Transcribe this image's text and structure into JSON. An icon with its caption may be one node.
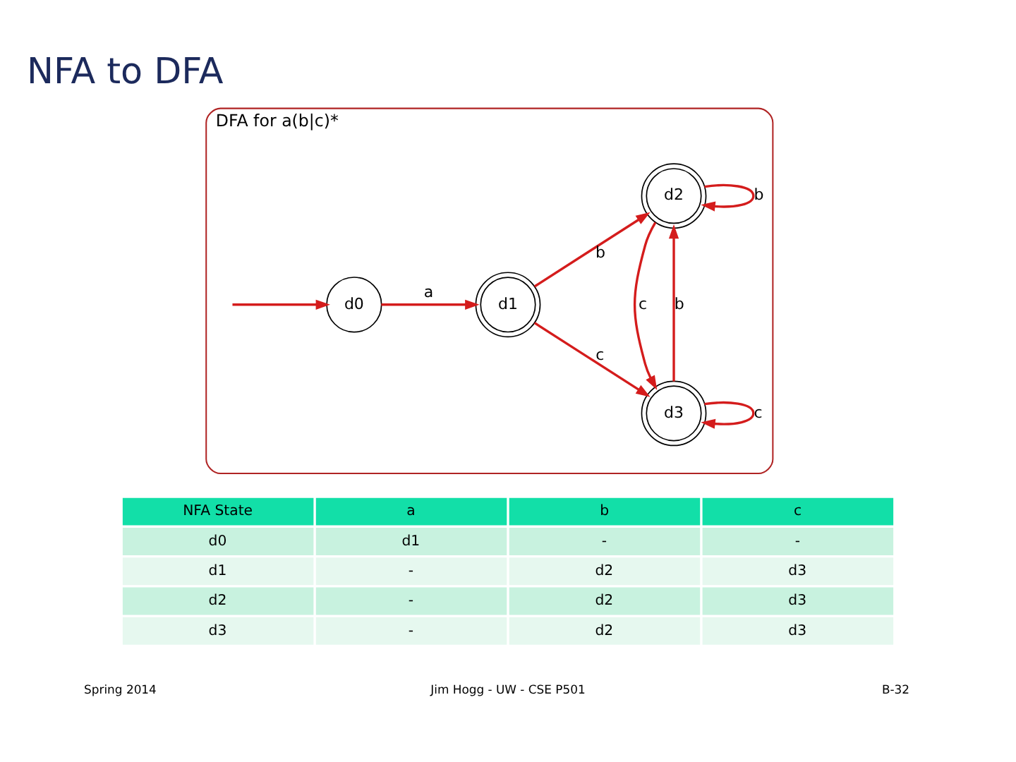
{
  "diagram": {
    "title": "NFA to DFA",
    "nodes": [
      {
        "text": [
          "DFA for a(b|c)*"
        ]
      },
      {
        "text": [
          "d0"
        ],
        "in": 0
      },
      {
        "text": [
          "d1"
        ],
        "in": 0
      },
      {
        "text": [
          "d2"
        ],
        "in": 0
      },
      {
        "text": [
          "d3"
        ],
        "in": 0
      }
    ],
    "edges": [
      {
        "from": null,
        "to": 1,
        "arrow": "to"
      },
      {
        "from": 1,
        "to": 2,
        "label": "a",
        "arrow": "to"
      },
      {
        "from": 2,
        "to": 3,
        "label": "b",
        "arrow": "to"
      },
      {
        "from": 2,
        "to": 4,
        "label": "c",
        "arrow": "to"
      },
      {
        "from": 3,
        "to": 3,
        "label": "b",
        "arrow": "to"
      },
      {
        "from": 3,
        "to": 4,
        "label": "c",
        "arrow": "to"
      },
      {
        "from": 4,
        "to": 3,
        "label": "b",
        "arrow": "to"
      },
      {
        "from": 4,
        "to": 4,
        "label": "c",
        "arrow": "to"
      }
    ],
    "labels": [
      "NFA State",
      "a",
      "b",
      "c",
      "d0",
      "d1",
      "-",
      "-",
      "d1",
      "-",
      "d2",
      "d3",
      "d2",
      "-",
      "d2",
      "d3",
      "d3",
      "-",
      "d2",
      "d3",
      "Spring 2014",
      "Jim Hogg - UW - CSE P501",
      "B-32"
    ]
  }
}
